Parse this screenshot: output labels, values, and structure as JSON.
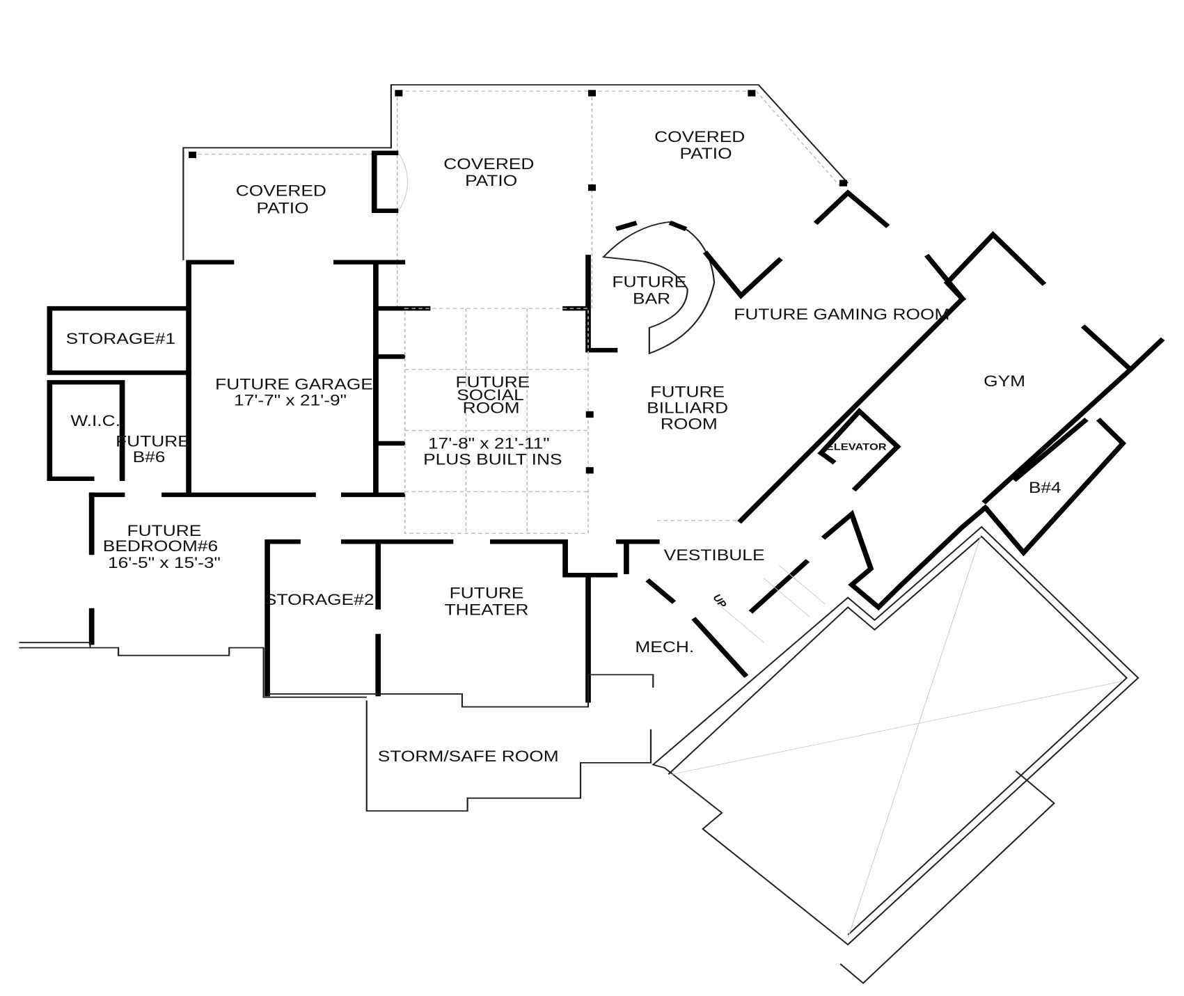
{
  "rooms": {
    "patio_left": [
      "COVERED",
      "PATIO"
    ],
    "patio_center": [
      "COVERED",
      "PATIO"
    ],
    "patio_right": [
      "COVERED",
      "PATIO"
    ],
    "storage1": "STORAGE#1",
    "garage": [
      "FUTURE  GARAGE",
      "17'-7\" x 21'-9\""
    ],
    "wic": "W.I.C.",
    "bath6": [
      "FUTURE",
      "B#6"
    ],
    "social": [
      "FUTURE",
      "SOCIAL",
      "ROOM",
      "17'-8\" x 21'-11\"",
      "PLUS  BUILT  INS"
    ],
    "bar": [
      "FUTURE",
      "BAR"
    ],
    "gaming": "FUTURE  GAMING  ROOM",
    "gym": "GYM",
    "billiard": [
      "FUTURE",
      "BILLIARD",
      "ROOM"
    ],
    "elevator": "ELEVATOR",
    "bath4": "B#4",
    "bedroom6": [
      "FUTURE",
      "BEDROOM#6",
      "16'-5\" x 15'-3\""
    ],
    "storage2": "STORAGE#2",
    "theater": [
      "FUTURE",
      "THEATER"
    ],
    "vestibule": "VESTIBULE",
    "stairs": "UP",
    "mech": "MECH.",
    "storm": "STORM/SAFE  ROOM"
  }
}
